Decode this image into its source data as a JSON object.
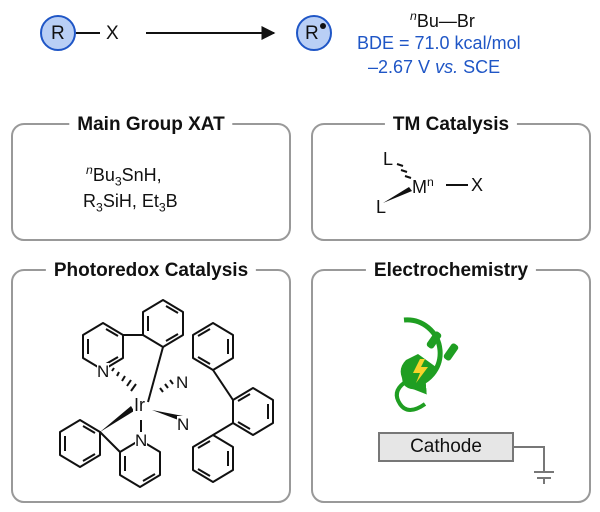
{
  "top": {
    "reactant_r": "R",
    "reactant_x": "X",
    "product_r": "R",
    "example": {
      "compound_prefix": "n",
      "compound_main": "Bu—Br",
      "bde": "BDE = 71.0 kcal/mol",
      "potential_pre": "–2.67 V ",
      "potential_vs": "vs.",
      "potential_post": " SCE"
    }
  },
  "panels": {
    "main_group": {
      "title": "Main Group XAT",
      "line1_prefix": "n",
      "line1_a": "Bu",
      "line1_sub": "3",
      "line1_b": "SnH,",
      "line2_a": "R",
      "line2_sub1": "3",
      "line2_b": "SiH, Et",
      "line2_sub2": "3",
      "line2_c": "B"
    },
    "tm": {
      "title": "TM Catalysis",
      "ligand_top": "L",
      "ligand_bottom": "L",
      "metal": "M",
      "metal_sup": "n",
      "halide": "X"
    },
    "photoredox": {
      "title": "Photoredox Catalysis",
      "metal": "Ir",
      "n_top_left": "N",
      "n_top_right": "N",
      "n_right": "N",
      "n_bottom": "N"
    },
    "electro": {
      "title": "Electrochemistry",
      "electrode": "Cathode"
    }
  },
  "colors": {
    "accent_blue": "#1f56c6",
    "circle_fill": "#b9cff5",
    "plug_green": "#1f9e22",
    "bolt_yellow": "#f6d32b"
  }
}
